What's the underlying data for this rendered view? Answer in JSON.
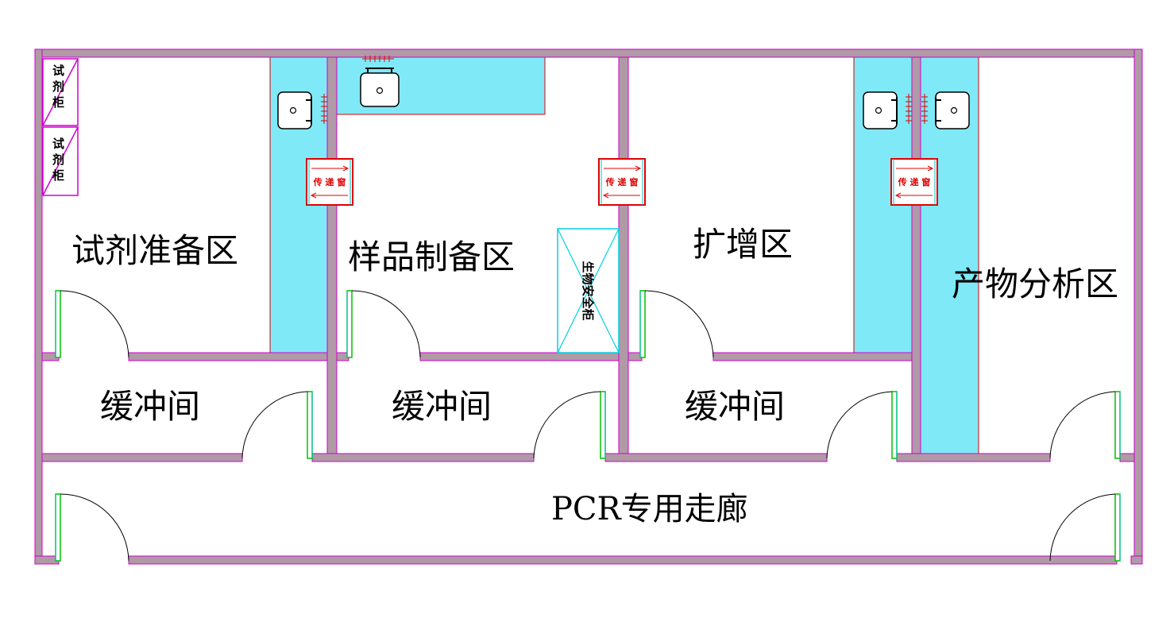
{
  "rooms": {
    "reagent_prep": "试剂准备区",
    "sample_prep": "样品制备区",
    "amplification": "扩增区",
    "product_analysis": "产物分析区"
  },
  "buffers": {
    "buffer_1": "缓冲间",
    "buffer_2": "缓冲间",
    "buffer_3": "缓冲间"
  },
  "corridor": {
    "label": "PCR专用走廊"
  },
  "reagent_cabinet": {
    "label": "试剂柜"
  },
  "pass_window": {
    "label": "传递窗"
  },
  "biosafety_cabinet": {
    "label": "生物安全柜"
  },
  "colors": {
    "wall_fill": "#b09aa6",
    "wall_outline": "#d000d0",
    "bench_fill": "#7fe9f7",
    "bench_outline": "#e00000",
    "pass_window": "#e00000",
    "door": "#00c000",
    "biosafety_outline": "#00d0e0"
  }
}
